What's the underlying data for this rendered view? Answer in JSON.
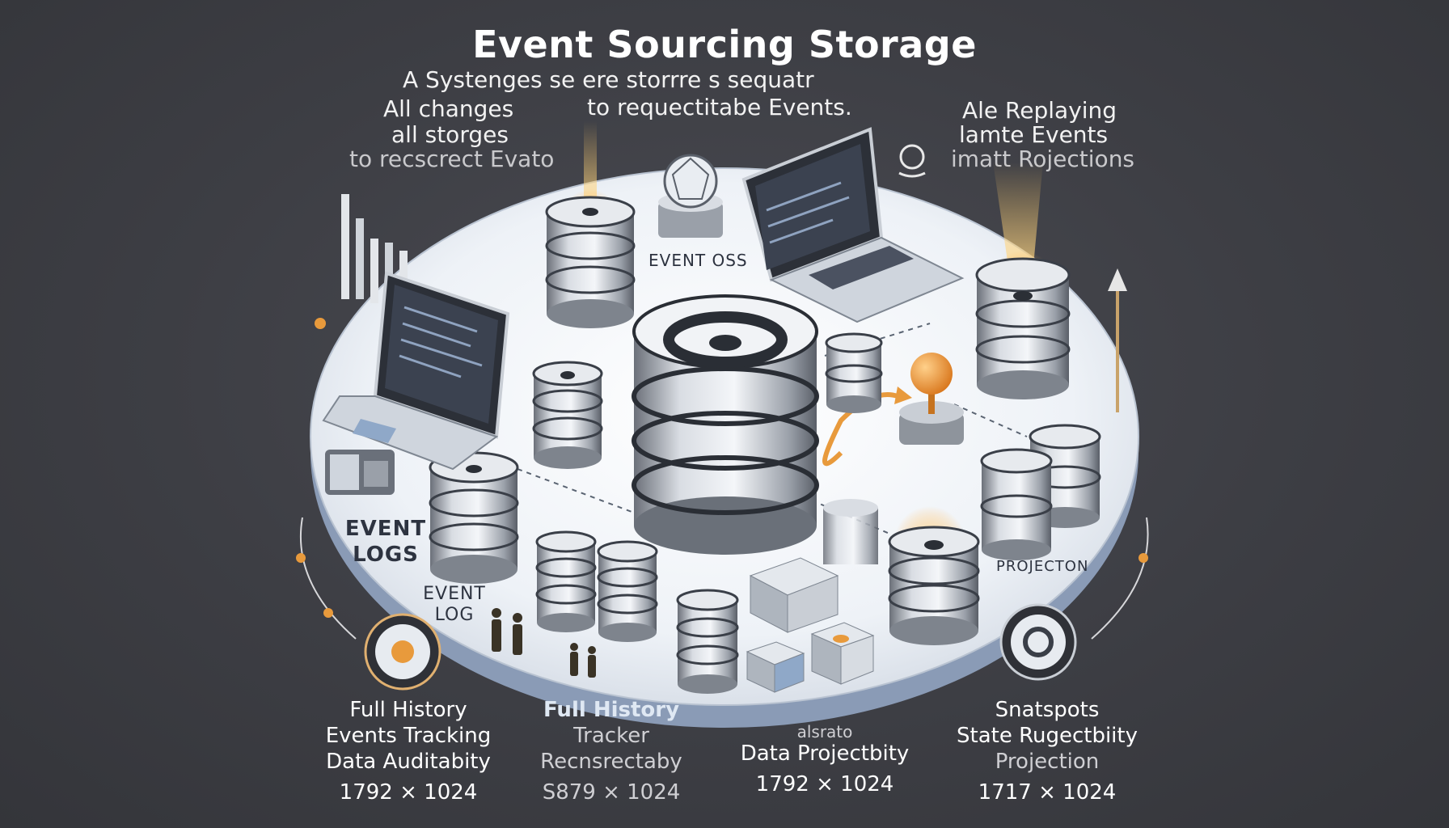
{
  "title": "Event Sourcing Storage",
  "header": {
    "center_line1": "A Systenges  se ere storrre s sequatr",
    "center_line2": "to requectitabe Events.",
    "left_line1": "All changes",
    "left_line2": "all storges",
    "left_line3": "to recscrect Evato",
    "right_line1": "Ale Replaying",
    "right_line2": "lamte Events",
    "right_line3": "imatt Rojections"
  },
  "platform_labels": {
    "event_oss": "EVENT OSS",
    "event_logs": "EVENT LOGS",
    "event_log": "EVENT LOG",
    "projection": "PROJECTON"
  },
  "footer": {
    "col1": [
      "Full History",
      "Events Tracking",
      "Data Auditabity",
      "1792 × 1024"
    ],
    "col2": [
      "Full History",
      "Tracker",
      "Recnsrectaby",
      "S879 × 1024"
    ],
    "col3": [
      "alsrato",
      "Data Projectbity",
      "1792 × 1024"
    ],
    "col4": [
      "Snatspots",
      "State Rugectbiity",
      "Projection",
      "1717 × 1024"
    ]
  },
  "colors": {
    "accent": "#e89a3c",
    "platform": "#eef2f7",
    "background": "#3d3e44"
  }
}
